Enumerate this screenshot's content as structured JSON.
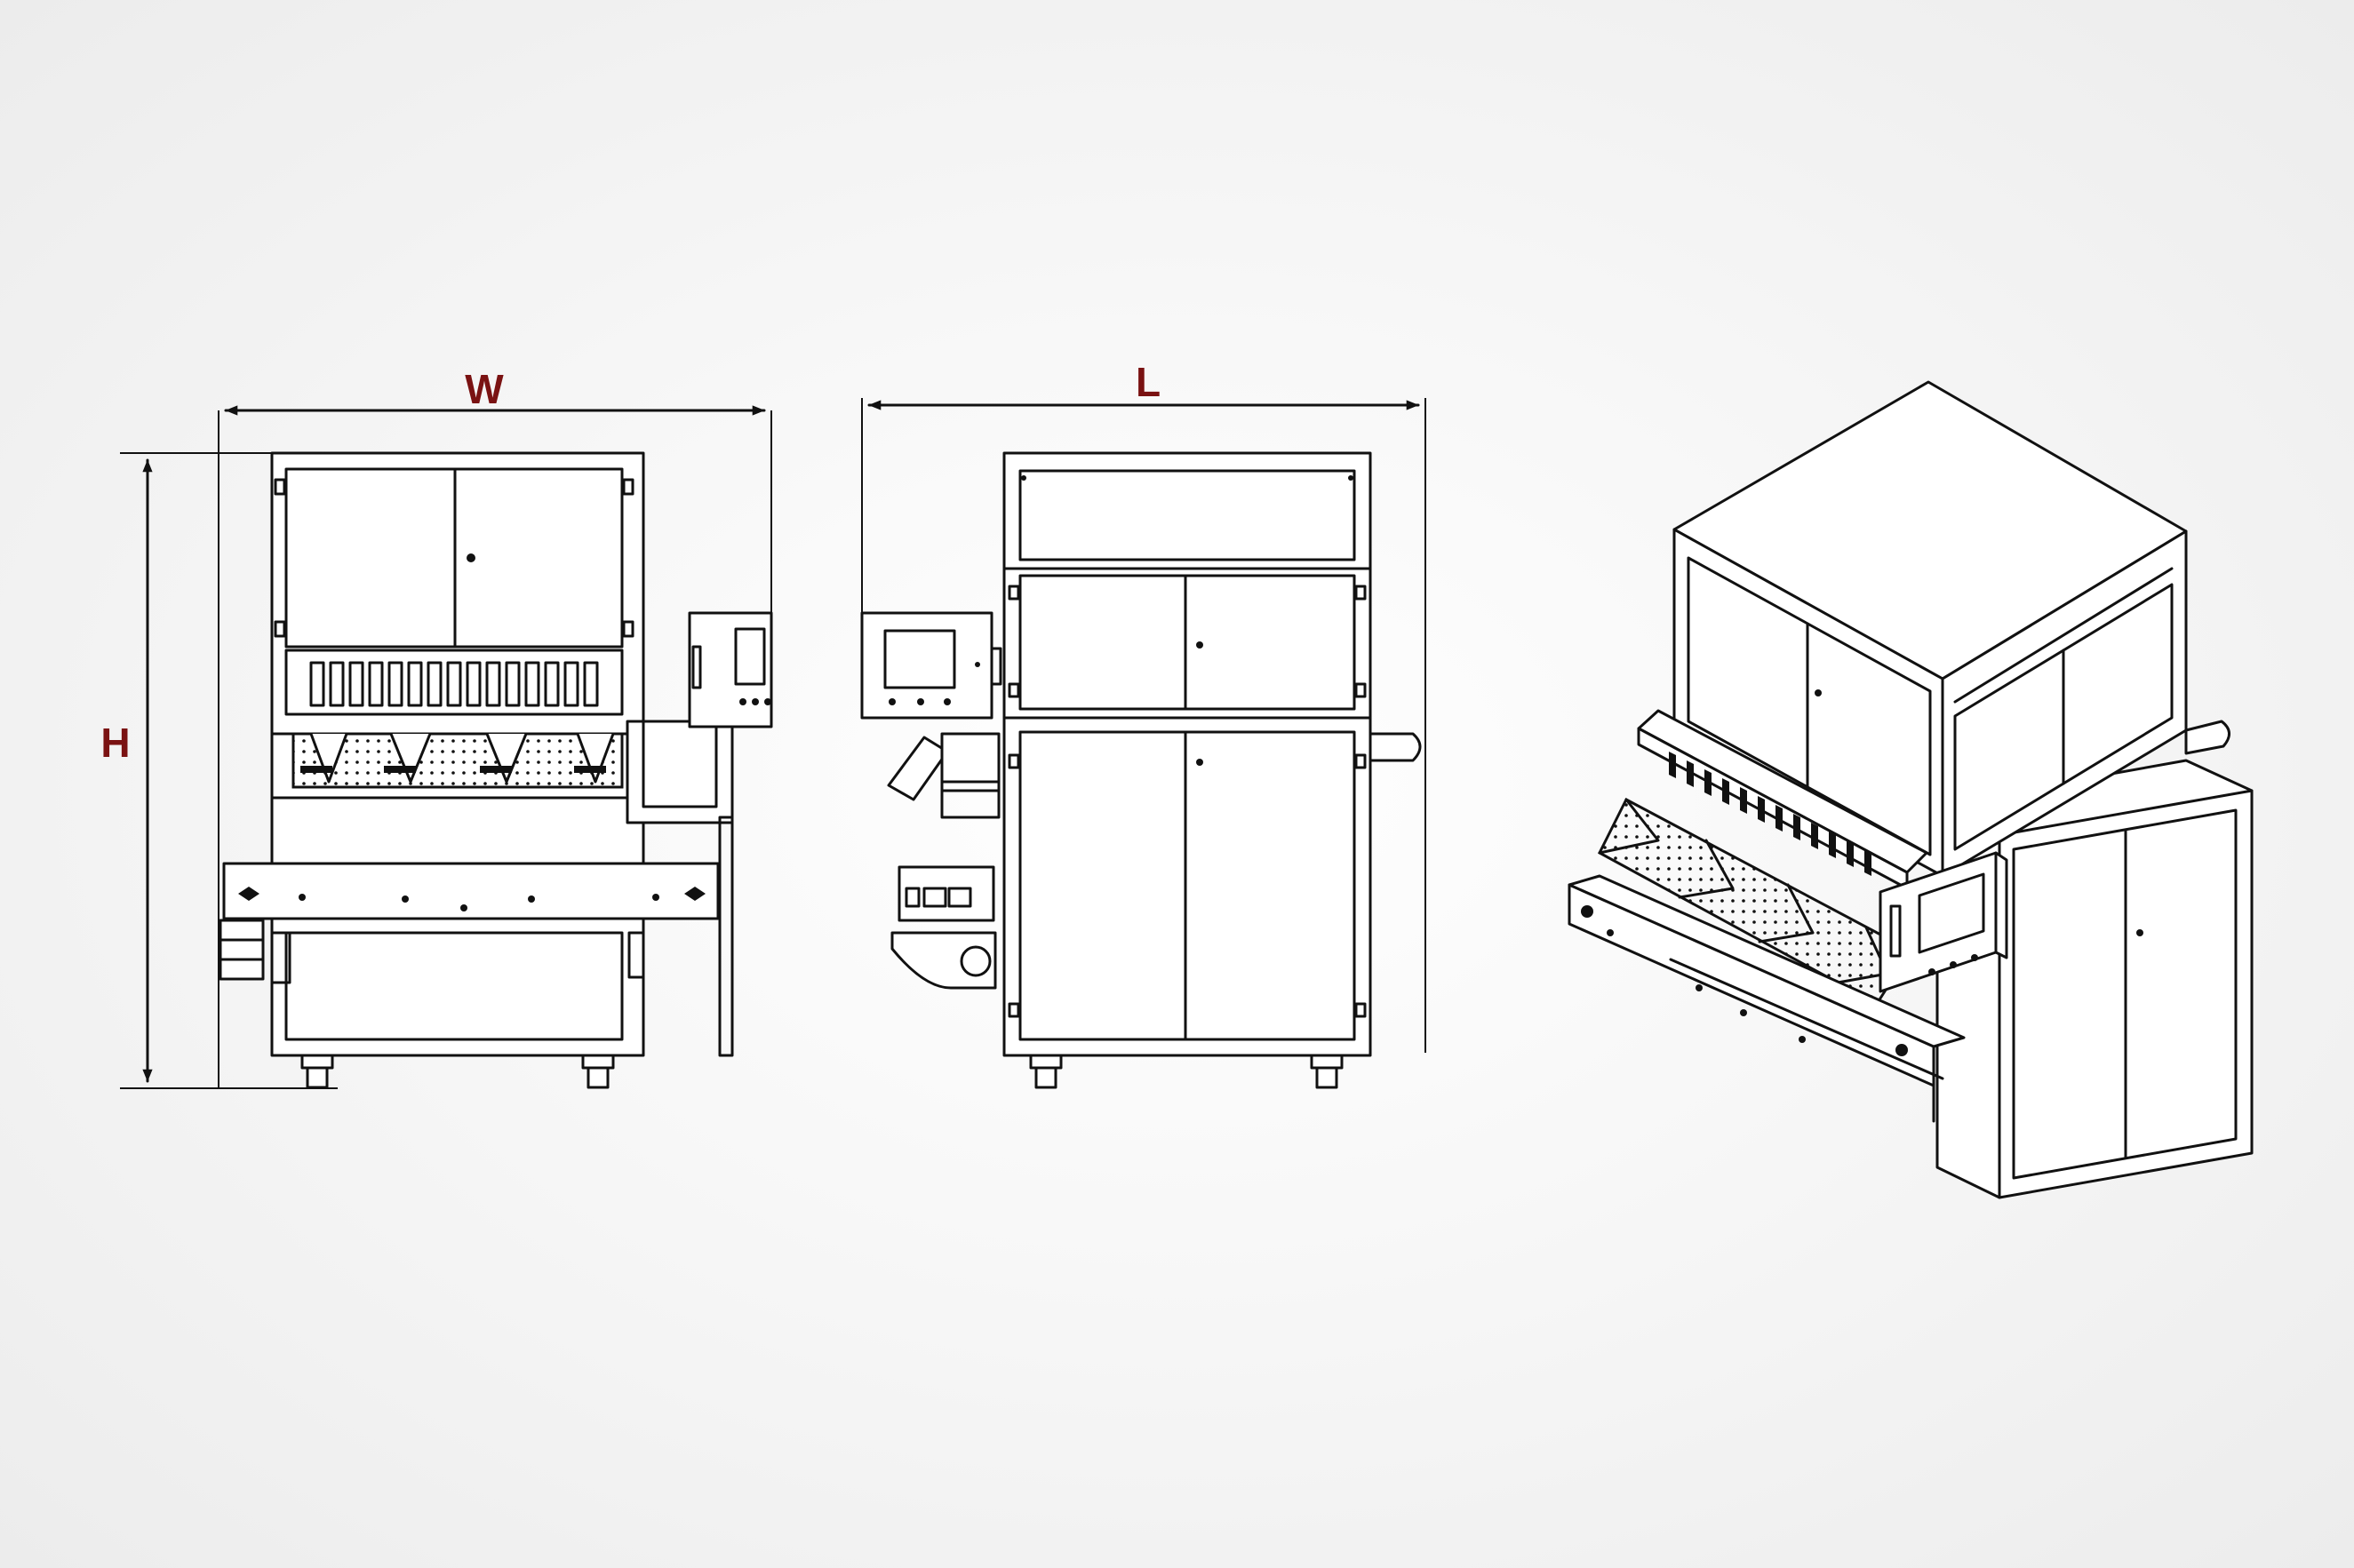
{
  "labels": {
    "width": "W",
    "length": "L",
    "height": "H"
  },
  "colors": {
    "label": "#7a1212",
    "line": "#111111",
    "background": "#f4f4f4"
  }
}
